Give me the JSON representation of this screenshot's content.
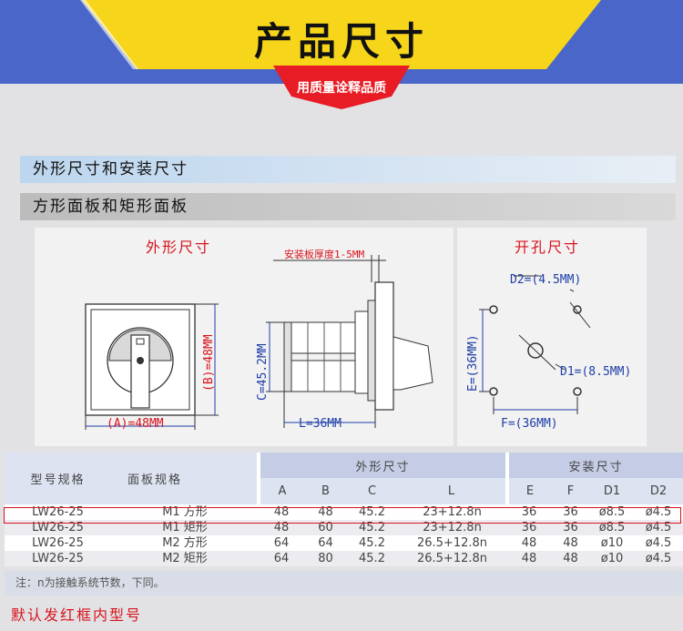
{
  "header": {
    "title": "产品尺寸",
    "subtitle": "用质量诠释品质"
  },
  "sections": {
    "dimensions": "外形尺寸和安装尺寸",
    "panels": "方形面板和矩形面板"
  },
  "drawing": {
    "outline_title": "外形尺寸",
    "cutout_title": "开孔尺寸",
    "dim_a": "(A)=48MM",
    "dim_b": "(B)=48MM",
    "dim_c": "C=45.2MM",
    "dim_l": "L=36MM",
    "mount_thickness": "安装板厚度1-5MM",
    "dim_d2": "D2=(4.5MM)",
    "dim_d1": "D1=(8.5MM)",
    "dim_e": "E=(36MM)",
    "dim_f": "F=(36MM)"
  },
  "table": {
    "header_model": "型号规格",
    "header_panel": "面板规格",
    "header_outline": "外形尺寸",
    "header_mount": "安装尺寸",
    "sub_headers": [
      "A",
      "B",
      "C",
      "L",
      "E",
      "F",
      "D1",
      "D2"
    ],
    "rows": [
      {
        "model": "LW26-25",
        "panel": "M1 方形",
        "A": "48",
        "B": "48",
        "C": "45.2",
        "L": "23+12.8n",
        "E": "36",
        "F": "36",
        "D1": "ø8.5",
        "D2": "ø4.5"
      },
      {
        "model": "LW26-25",
        "panel": "M1 矩形",
        "A": "48",
        "B": "60",
        "C": "45.2",
        "L": "23+12.8n",
        "E": "36",
        "F": "36",
        "D1": "ø8.5",
        "D2": "ø4.5"
      },
      {
        "model": "LW26-25",
        "panel": "M2 方形",
        "A": "64",
        "B": "64",
        "C": "45.2",
        "L": "26.5+12.8n",
        "E": "48",
        "F": "48",
        "D1": "ø10",
        "D2": "ø4.5"
      },
      {
        "model": "LW26-25",
        "panel": "M2 矩形",
        "A": "64",
        "B": "80",
        "C": "45.2",
        "L": "26.5+12.8n",
        "E": "48",
        "F": "48",
        "D1": "ø10",
        "D2": "ø4.5"
      }
    ],
    "note": "注：n为接触系统节数，下同。"
  },
  "footer": "默认发红框内型号",
  "colors": {
    "banner_blue": "#4a66c8",
    "banner_yellow": "#f6d51a",
    "accent_red": "#d8141d",
    "dim_blue": "#1e3ea8"
  }
}
